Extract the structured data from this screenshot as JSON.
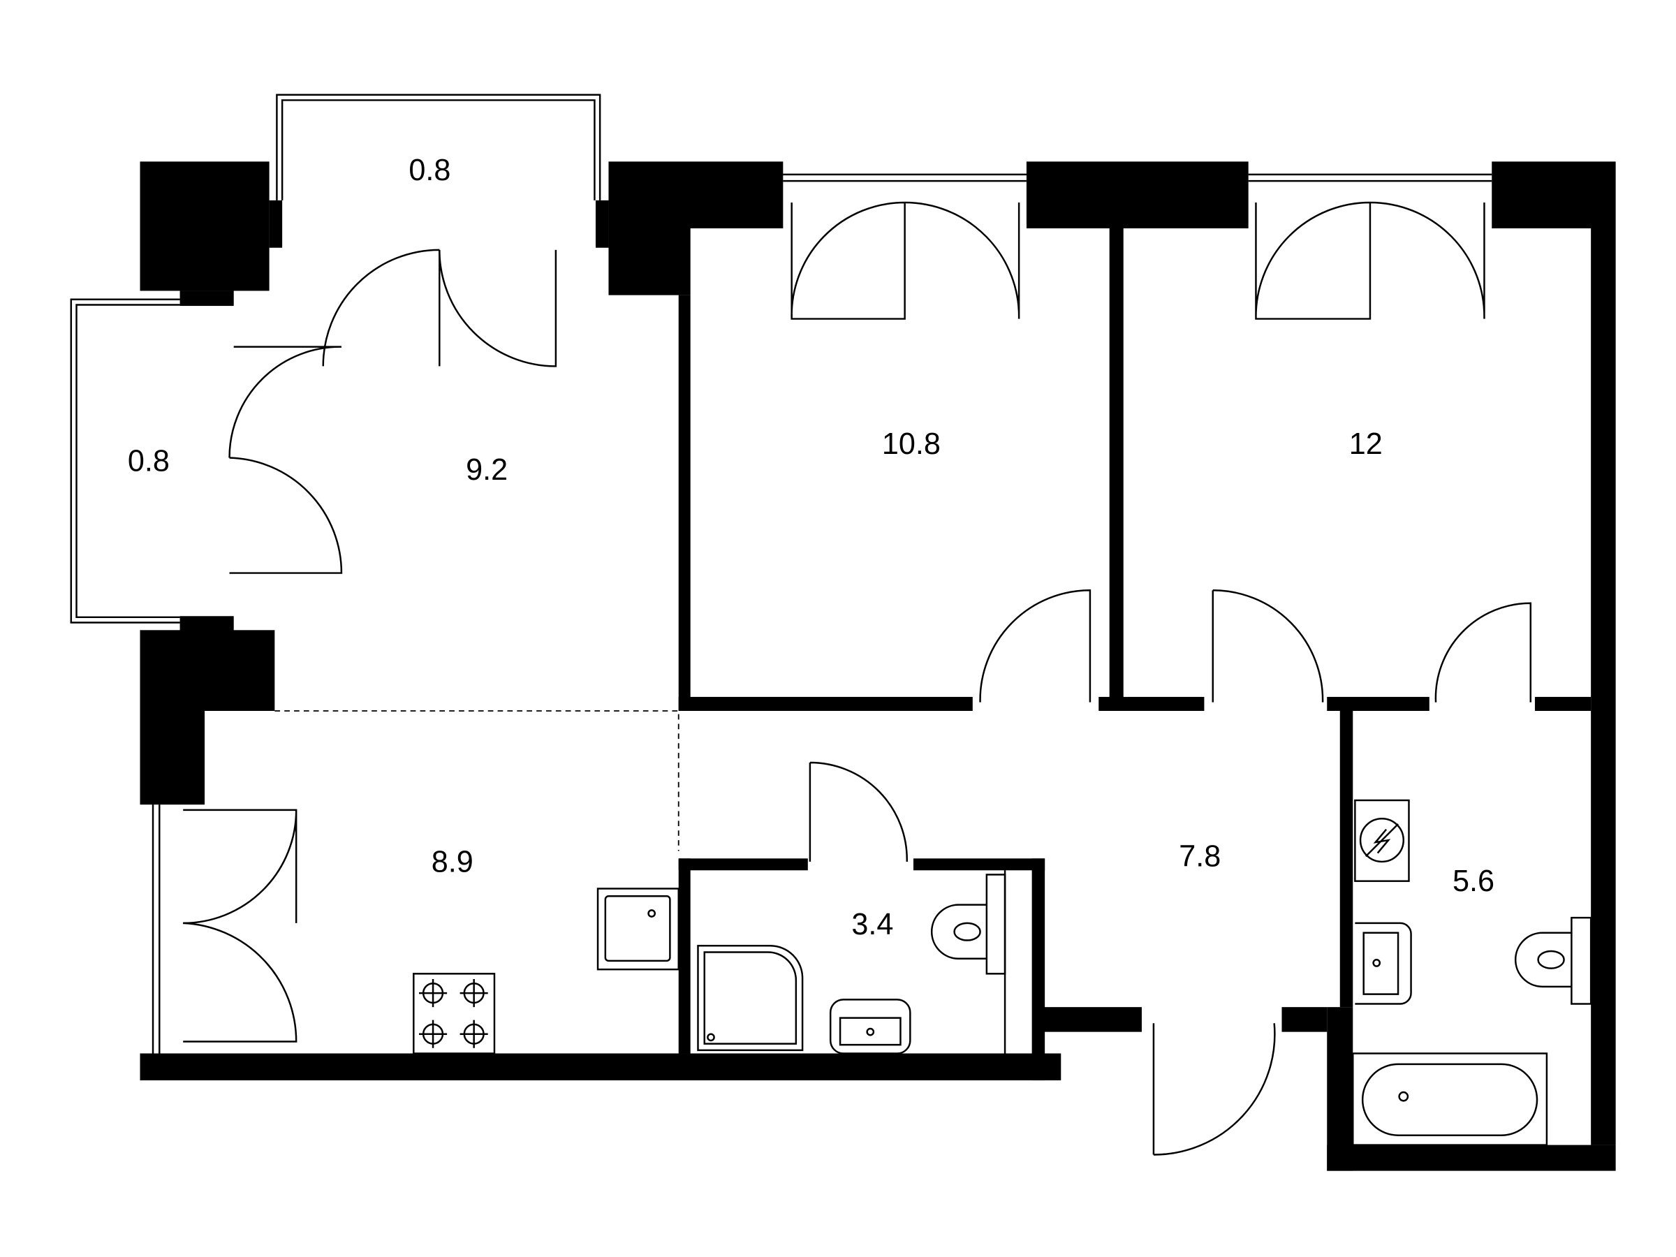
{
  "plan": {
    "rooms": [
      {
        "id": "balcony-top",
        "area": "0.8"
      },
      {
        "id": "balcony-left",
        "area": "0.8"
      },
      {
        "id": "living-room",
        "area": "9.2"
      },
      {
        "id": "bedroom-1",
        "area": "10.8"
      },
      {
        "id": "bedroom-2",
        "area": "12"
      },
      {
        "id": "kitchen",
        "area": "8.9"
      },
      {
        "id": "wc",
        "area": "3.4"
      },
      {
        "id": "hallway",
        "area": "7.8"
      },
      {
        "id": "bathroom",
        "area": "5.6"
      }
    ],
    "colors": {
      "wall": "#000000",
      "background": "#ffffff"
    }
  }
}
